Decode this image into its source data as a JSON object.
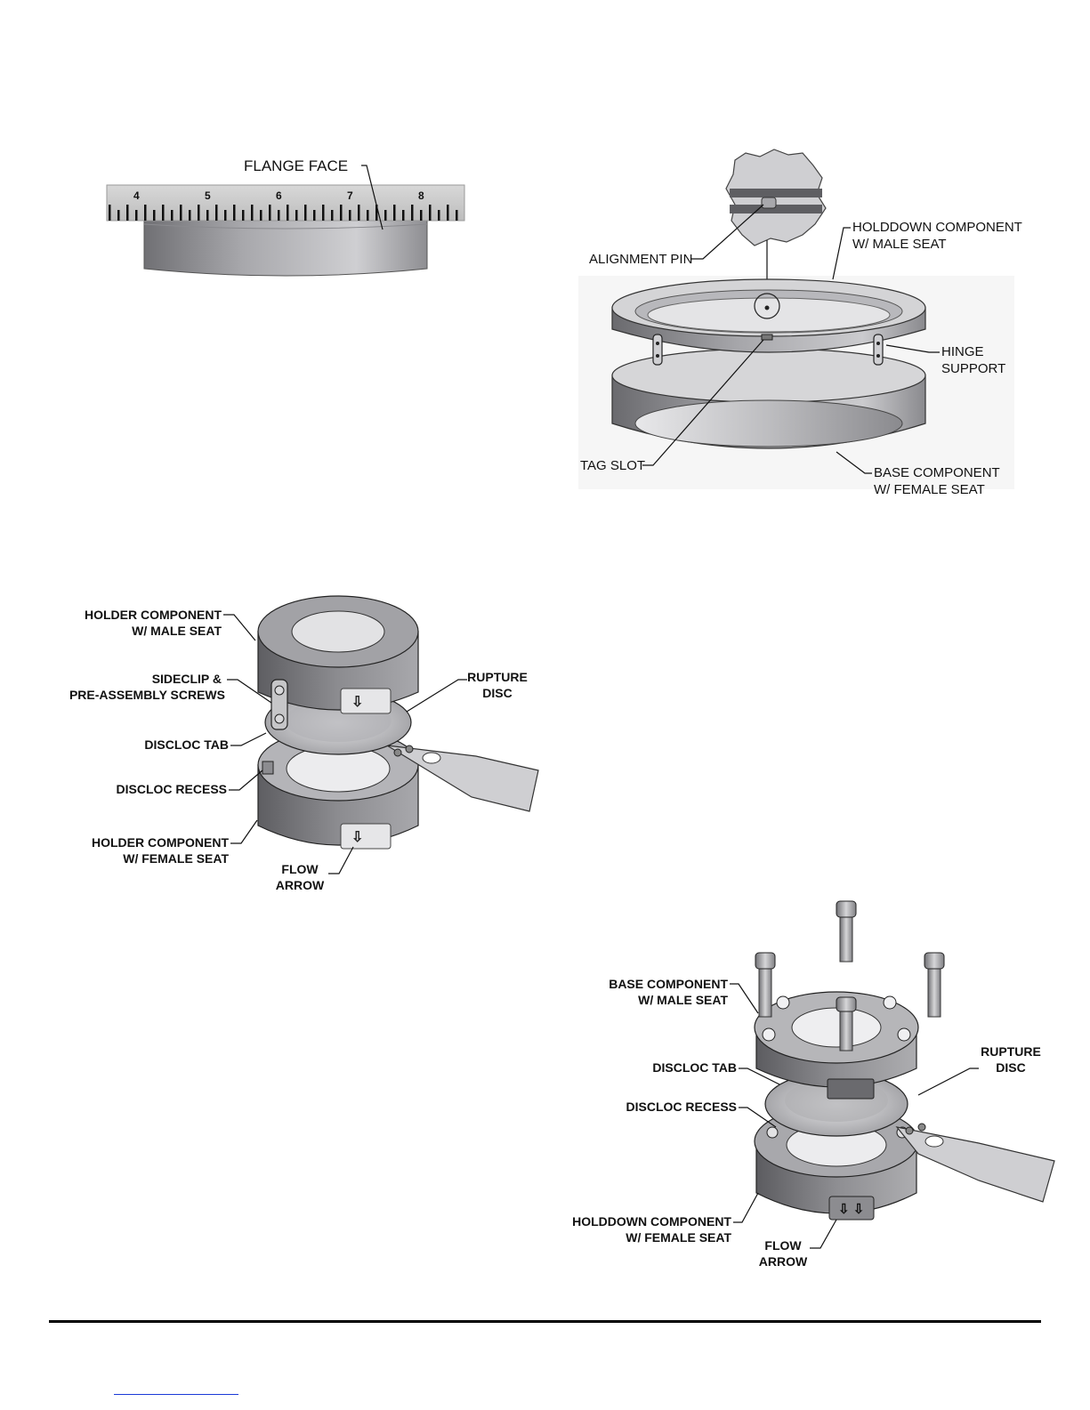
{
  "colors": {
    "metal_light": "#d4d4d6",
    "metal_mid": "#a4a4a8",
    "metal_dark": "#6e6e72",
    "ruler": "#c8c8c8",
    "ink": "#111111",
    "link": "#1a3ad8"
  },
  "fig1": {
    "ruler_numbers": [
      "4",
      "5",
      "6",
      "7",
      "8"
    ],
    "flange_face": "FLANGE FACE"
  },
  "fig2": {
    "alignment_pin": "ALIGNMENT PIN",
    "holddown_l1": "HOLDDOWN COMPONENT",
    "holddown_l2": "W/ MALE SEAT",
    "hinge_l1": "HINGE",
    "hinge_l2": "SUPPORT",
    "tag_slot": "TAG SLOT",
    "base_l1": "BASE COMPONENT",
    "base_l2": "W/ FEMALE SEAT"
  },
  "fig3": {
    "holder_male_l1": "HOLDER COMPONENT",
    "holder_male_l2": "W/ MALE SEAT",
    "sideclip_l1": "SIDECLIP &",
    "sideclip_l2": "PRE-ASSEMBLY SCREWS",
    "discloc_tab": "DISCLOC TAB",
    "discloc_recess": "DISCLOC RECESS",
    "holder_female_l1": "HOLDER COMPONENT",
    "holder_female_l2": "W/ FEMALE SEAT",
    "rupture_l1": "RUPTURE",
    "rupture_l2": "DISC",
    "flow_l1": "FLOW",
    "flow_l2": "ARROW"
  },
  "fig4": {
    "base_male_l1": "BASE COMPONENT",
    "base_male_l2": "W/ MALE SEAT",
    "discloc_tab": "DISCLOC TAB",
    "discloc_recess": "DISCLOC RECESS",
    "holddown_female_l1": "HOLDDOWN COMPONENT",
    "holddown_female_l2": "W/ FEMALE SEAT",
    "rupture_l1": "RUPTURE",
    "rupture_l2": "DISC",
    "flow_l1": "FLOW",
    "flow_l2": "ARROW"
  }
}
